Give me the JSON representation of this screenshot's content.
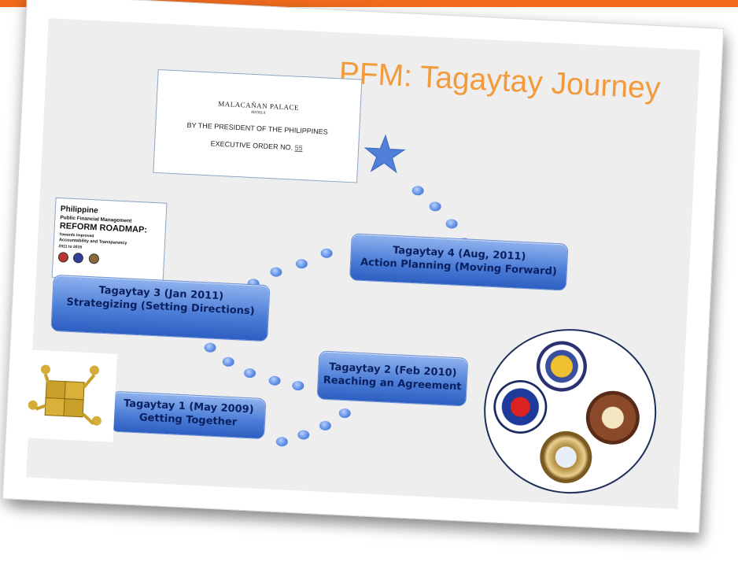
{
  "slide": {
    "title": "PFM: Tagaytay Journey",
    "executive_order": {
      "palace": "MALACAÑAN PALACE",
      "city": "MANILA",
      "president_line": "BY THE PRESIDENT OF THE PHILIPPINES",
      "order_label": "EXECUTIVE ORDER NO.",
      "order_number": "55"
    },
    "roadmap_cover": {
      "line1": "Philippine",
      "line2": "Public Financial Management",
      "line3": "REFORM ROADMAP:",
      "line4": "Towards Improved",
      "line5": "Accountability and Transparency",
      "line6": "2011 to 2015"
    },
    "milestones": [
      {
        "line1": "Tagaytay 1 (May 2009)",
        "line2": "Getting Together"
      },
      {
        "line1": "Tagaytay 2 (Feb 2010)",
        "line2": "Reaching an Agreement"
      },
      {
        "line1": "Tagaytay 3 (Jan 2011)",
        "line2": "Strategizing  (Setting Directions)"
      },
      {
        "line1": "Tagaytay 4 (Aug, 2011)",
        "line2": "Action Planning (Moving Forward)"
      }
    ],
    "colors": {
      "accent_bar": "#f26b1d",
      "title": "#f39a3a",
      "pill_fill": "#4e7fd8",
      "pill_text": "#0b1f5e"
    },
    "icons": [
      "star-icon",
      "puzzle-people-icon",
      "agency-seals-icon"
    ]
  }
}
